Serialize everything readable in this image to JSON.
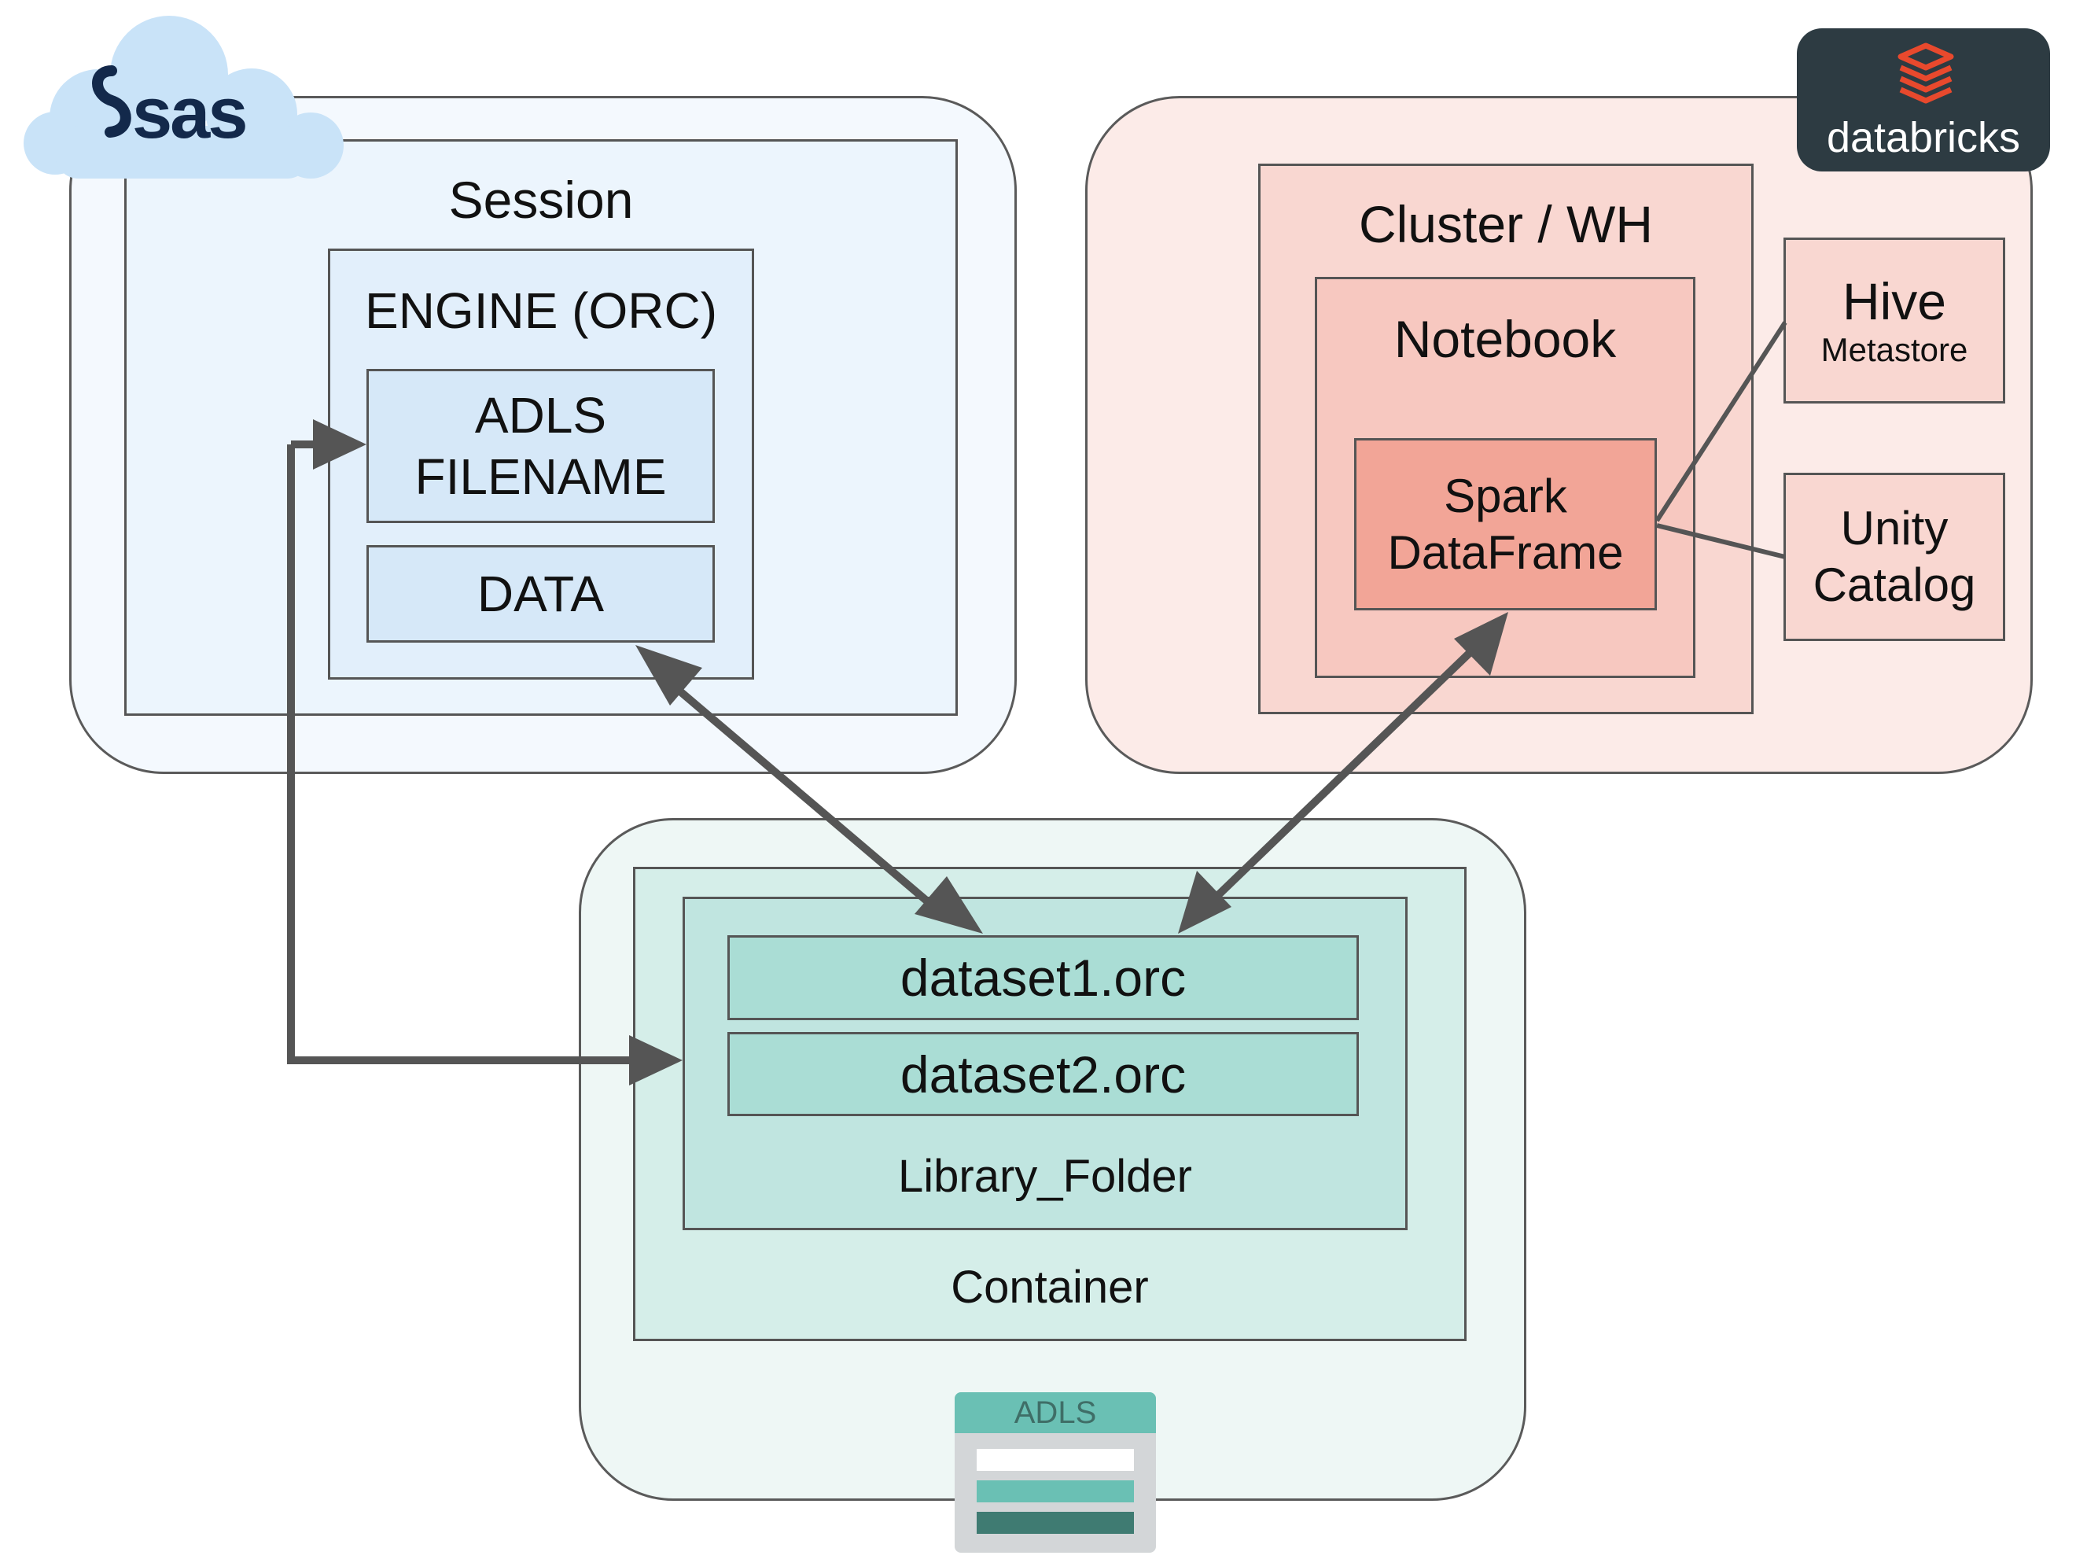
{
  "sas": {
    "logo_text": "sas",
    "session_label": "Session",
    "engine_label": "ENGINE (ORC)",
    "adls_filename_line1": "ADLS",
    "adls_filename_line2": "FILENAME",
    "data_label": "DATA"
  },
  "databricks": {
    "logo_text": "databricks",
    "cluster_label": "Cluster / WH",
    "notebook_label": "Notebook",
    "spark_line1": "Spark",
    "spark_line2": "DataFrame",
    "hive_title": "Hive",
    "hive_subtitle": "Metastore",
    "unity_line1": "Unity",
    "unity_line2": "Catalog"
  },
  "adls": {
    "dataset1": "dataset1.orc",
    "dataset2": "dataset2.orc",
    "library_folder_label": "Library_Folder",
    "container_label": "Container",
    "icon_label": "ADLS"
  },
  "colors": {
    "sas_panel": "#f4f9fe",
    "sas_inner": "#e6f1fc",
    "sas_box": "#d6e8f8",
    "db_panel": "#fcebe8",
    "db_cluster": "#f9d7d1",
    "db_notebook": "#f7c8c0",
    "db_spark": "#f2a597",
    "adls_panel": "#eef7f5",
    "adls_container": "#d5eee9",
    "adls_folder": "#c0e5e0",
    "adls_dataset": "#aaddd5",
    "arrow": "#555555",
    "databricks_logo_bg": "#2d3b42",
    "databricks_accent": "#e8492d"
  }
}
